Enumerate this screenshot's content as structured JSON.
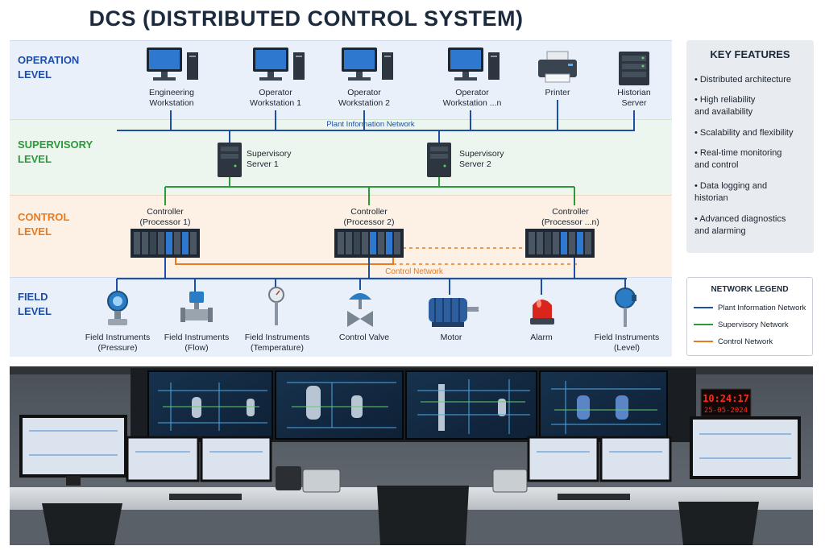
{
  "title": "DCS (DISTRIBUTED CONTROL SYSTEM)",
  "levels": [
    {
      "name": "OPERATION\nLEVEL",
      "color": "#1f4ea8"
    },
    {
      "name": "SUPERVISORY\nLEVEL",
      "color": "#2a9a3a"
    },
    {
      "name": "CONTROL\nLEVEL",
      "color": "#ea7a1e"
    },
    {
      "name": "FIELD\nLEVEL",
      "color": "#1f4ea8"
    }
  ],
  "operation": {
    "devices": [
      {
        "label": "Engineering\nWorkstation",
        "icon": "workstation-icon"
      },
      {
        "label": "Operator\nWorkstation 1",
        "icon": "workstation-icon"
      },
      {
        "label": "Operator\nWorkstation 2",
        "icon": "workstation-icon"
      },
      {
        "label": "Operator\nWorkstation ...n",
        "icon": "workstation-icon"
      },
      {
        "label": "Printer",
        "icon": "printer-icon"
      },
      {
        "label": "Historian\nServer",
        "icon": "server-icon"
      }
    ],
    "network_label": "Plant Information Network"
  },
  "supervisory": {
    "servers": [
      {
        "label": "Supervisory\nServer 1"
      },
      {
        "label": "Supervisory\nServer 2"
      }
    ]
  },
  "control": {
    "controllers": [
      {
        "label": "Controller\n(Processor 1)"
      },
      {
        "label": "Controller\n(Processor 2)"
      },
      {
        "label": "Controller\n(Processor ...n)"
      }
    ],
    "network_label": "Control Network"
  },
  "field": {
    "devices": [
      {
        "label": "Field Instruments\n(Pressure)",
        "icon": "pressure-transmitter-icon"
      },
      {
        "label": "Field Instruments\n(Flow)",
        "icon": "flow-meter-icon"
      },
      {
        "label": "Field Instruments\n(Temperature)",
        "icon": "temperature-gauge-icon"
      },
      {
        "label": "Control Valve",
        "icon": "control-valve-icon"
      },
      {
        "label": "Motor",
        "icon": "motor-icon"
      },
      {
        "label": "Alarm",
        "icon": "alarm-beacon-icon"
      },
      {
        "label": "Field Instruments\n(Level)",
        "icon": "level-transmitter-icon"
      }
    ]
  },
  "features": {
    "title": "KEY FEATURES",
    "items": [
      "Distributed architecture",
      "High reliability\nand availability",
      "Scalability and flexibility",
      "Real-time monitoring\nand control",
      "Data logging and\nhistorian",
      "Advanced diagnostics\nand alarming"
    ]
  },
  "legend": {
    "title": "NETWORK LEGEND",
    "items": [
      {
        "label": "Plant Information Network",
        "color": "#1f4ea8"
      },
      {
        "label": "Supervisory Network",
        "color": "#2a9a3a"
      },
      {
        "label": "Control Network",
        "color": "#ea7a1e"
      }
    ]
  },
  "control_room": {
    "clock_time": "10:24:17",
    "clock_date": "25-05-2024"
  },
  "colors": {
    "plant_network": "#1f4ea8",
    "supervisory_network": "#2a9a3a",
    "control_network": "#ea7a1e"
  }
}
